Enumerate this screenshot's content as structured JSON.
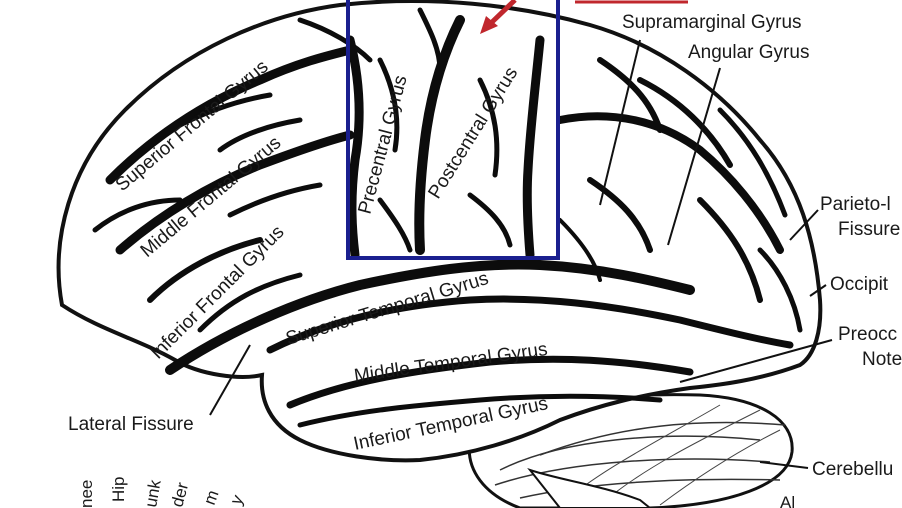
{
  "diagram": {
    "gyri": {
      "superior_frontal": "Superior Frontal Gyrus",
      "middle_frontal": "Middle Frontal Gyrus",
      "inferior_frontal": "Inferior Frontal Gyrus",
      "precentral": "Precentral Gyrus",
      "postcentral": "Postcentral Gyrus",
      "superior_temporal": "Superior Temporal Gyrus",
      "middle_temporal": "Middle Temporal Gyrus",
      "inferior_temporal": "Inferior Temporal Gyrus"
    },
    "callouts": {
      "supramarginal": "Supramarginal Gyrus",
      "angular": "Angular Gyrus",
      "parieto_1": "Parieto-l",
      "parieto_2": "Fissure",
      "occipital": "Occipit",
      "preoccipital_1": "Preocc",
      "preoccipital_2": "Note",
      "cerebellum": "Cerebellu",
      "lateral_fissure": "Lateral Fissure"
    },
    "homunculus_labels": [
      "nee",
      "Hip",
      "unk",
      "der",
      "m",
      "y"
    ],
    "cut_text": "Al",
    "highlight_color": "#1a1f8f",
    "arrow_color": "#c0272d"
  }
}
